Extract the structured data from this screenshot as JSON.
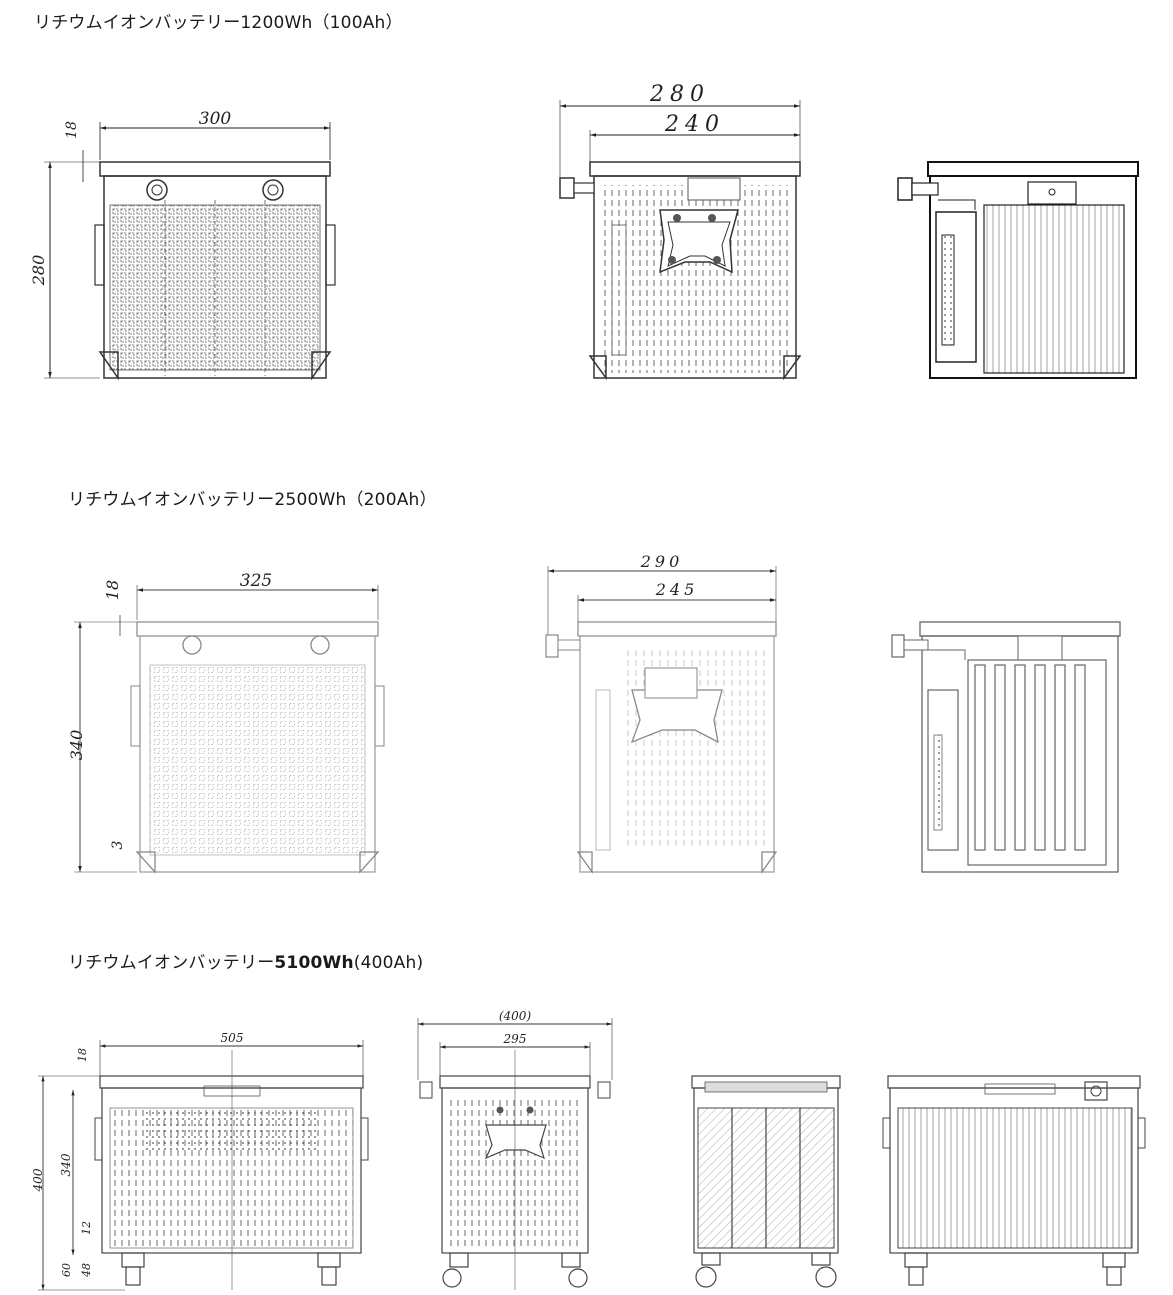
{
  "sections": [
    {
      "title_prefix": "リチウムイオンバッテリー",
      "title_capacity": "1200Wh",
      "title_suffix": "（100Ah）",
      "dims": {
        "width": "300",
        "top": "18",
        "height": "280",
        "side_outer": "280",
        "side_inner": "240"
      }
    },
    {
      "title_prefix": "リチウムイオンバッテリー",
      "title_capacity": "2500Wh",
      "title_suffix": "（200Ah）",
      "dims": {
        "width": "325",
        "top": "18",
        "height": "340",
        "bottom": "3",
        "side_outer": "290",
        "side_inner": "245"
      }
    },
    {
      "title_prefix": "リチウムイオンバッテリー",
      "title_capacity": "5100Wh",
      "title_suffix": "(400Ah)",
      "dims": {
        "width": "505",
        "top": "18",
        "total": "400",
        "body": "340",
        "bottom": "12",
        "caster": "60",
        "caster_inner": "48",
        "side_outer": "(400)",
        "side_inner": "295"
      }
    }
  ],
  "colors": {
    "line": "#333333",
    "faint": "#9a9a9a",
    "dim": "#222222"
  }
}
